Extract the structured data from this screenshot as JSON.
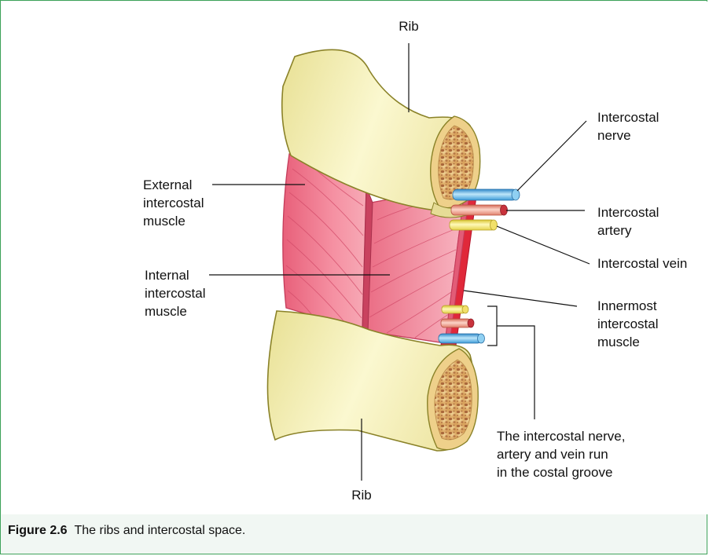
{
  "labels": {
    "rib_top": "Rib",
    "rib_bottom": "Rib",
    "external_muscle": [
      "External",
      "intercostal",
      "muscle"
    ],
    "internal_muscle": [
      "Internal",
      "intercostal",
      "muscle"
    ],
    "nerve": [
      "Intercostal",
      "nerve"
    ],
    "artery": [
      "Intercostal",
      "artery"
    ],
    "vein": "Intercostal vein",
    "innermost_muscle": [
      "Innermost",
      "intercostal",
      "muscle"
    ],
    "costal_groove_note": [
      "The intercostal nerve,",
      "artery and vein run",
      "in the costal groove"
    ]
  },
  "caption": {
    "number": "Figure 2.6",
    "text": "The ribs and intercostal space."
  },
  "colors": {
    "frame_border": "#3fa35b",
    "frame_fill": "#f1f7f3",
    "rib_fill": "#f7f3bf",
    "rib_outline": "#8a8228",
    "marrow": "#e9c07a",
    "muscle": "#f07b90",
    "nerve": "#6ec7ee",
    "artery": "#f0a08c",
    "vein": "#f5ea6a"
  }
}
